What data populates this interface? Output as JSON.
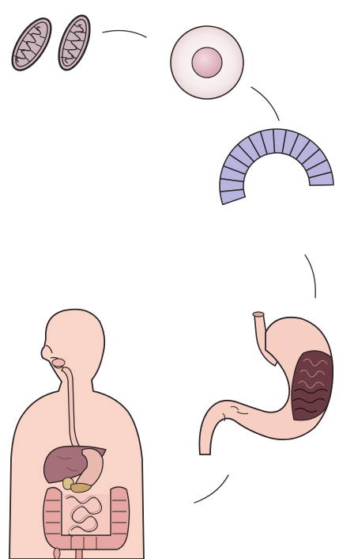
{
  "diagram": {
    "stages": [
      {
        "id": "organelle",
        "icon": "mitochondria-icon"
      },
      {
        "id": "cell",
        "icon": "cell-icon"
      },
      {
        "id": "tissue",
        "icon": "epithelial-tissue-icon"
      },
      {
        "id": "organ",
        "icon": "stomach-icon"
      },
      {
        "id": "organ-system",
        "icon": "digestive-system-icon"
      }
    ],
    "colors": {
      "outline": "#2a2226",
      "mitochondria_fill": "#cbb7bb",
      "cell_body": "#f5eaea",
      "cell_nucleus": "#d7a6b0",
      "tissue_fill": "#b7b4de",
      "skin": "#f8d5c6",
      "stomach": "#f6cfc2",
      "stomach_lining": "#6b3b43",
      "liver": "#a5707a",
      "intestine": "#e8a6a3",
      "connector": "#333333"
    }
  }
}
